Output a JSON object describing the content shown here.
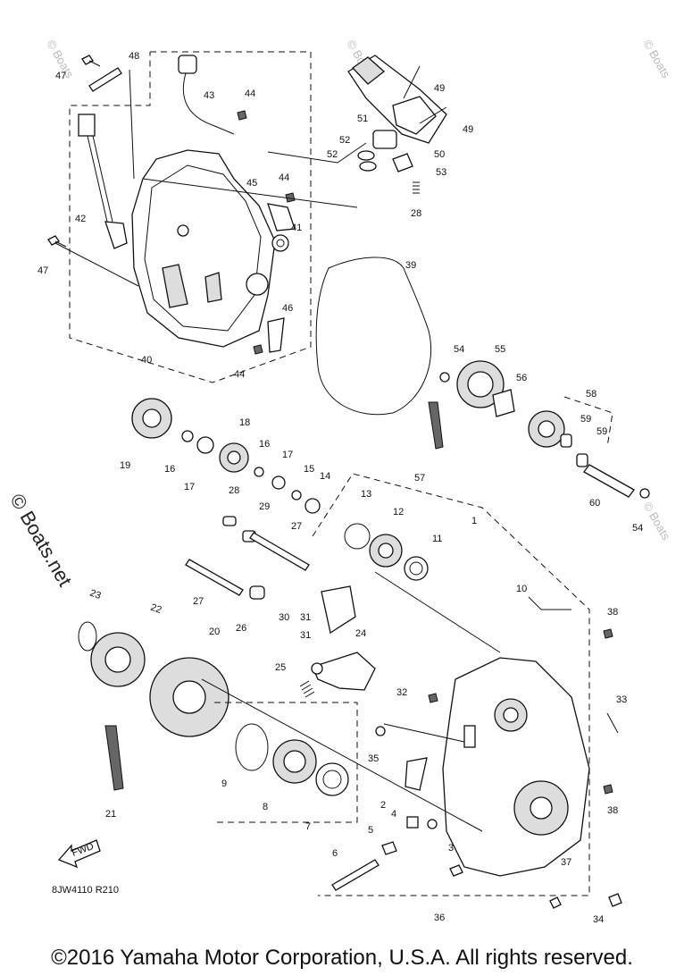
{
  "diagram": {
    "code": "8JW4110 R210",
    "copyright": "©2016 Yamaha Motor Corporation, U.S.A. All rights reserved.",
    "brand_watermark": "© Boats.net",
    "fwd_label": "FWD",
    "callouts": [
      {
        "id": "c47a",
        "text": "47"
      },
      {
        "id": "c48",
        "text": "48"
      },
      {
        "id": "c43",
        "text": "43"
      },
      {
        "id": "c44a",
        "text": "44"
      },
      {
        "id": "c49a",
        "text": "49"
      },
      {
        "id": "c49b",
        "text": "49"
      },
      {
        "id": "c51",
        "text": "51"
      },
      {
        "id": "c52a",
        "text": "52"
      },
      {
        "id": "c52b",
        "text": "52"
      },
      {
        "id": "c50",
        "text": "50"
      },
      {
        "id": "c53",
        "text": "53"
      },
      {
        "id": "c28a",
        "text": "28"
      },
      {
        "id": "c42",
        "text": "42"
      },
      {
        "id": "c45",
        "text": "45"
      },
      {
        "id": "c44b",
        "text": "44"
      },
      {
        "id": "c41",
        "text": "41"
      },
      {
        "id": "c47b",
        "text": "47"
      },
      {
        "id": "c39",
        "text": "39"
      },
      {
        "id": "c46",
        "text": "46"
      },
      {
        "id": "c40",
        "text": "40"
      },
      {
        "id": "c44c",
        "text": "44"
      },
      {
        "id": "c54a",
        "text": "54"
      },
      {
        "id": "c55",
        "text": "55"
      },
      {
        "id": "c56",
        "text": "56"
      },
      {
        "id": "c58",
        "text": "58"
      },
      {
        "id": "c59a",
        "text": "59"
      },
      {
        "id": "c59b",
        "text": "59"
      },
      {
        "id": "c57",
        "text": "57"
      },
      {
        "id": "c60",
        "text": "60"
      },
      {
        "id": "c54b",
        "text": "54"
      },
      {
        "id": "c19",
        "text": "19"
      },
      {
        "id": "c16a",
        "text": "16"
      },
      {
        "id": "c17a",
        "text": "17"
      },
      {
        "id": "c18",
        "text": "18"
      },
      {
        "id": "c16b",
        "text": "16"
      },
      {
        "id": "c17b",
        "text": "17"
      },
      {
        "id": "c15",
        "text": "15"
      },
      {
        "id": "c14",
        "text": "14"
      },
      {
        "id": "c13",
        "text": "13"
      },
      {
        "id": "c1",
        "text": "1"
      },
      {
        "id": "c28b",
        "text": "28"
      },
      {
        "id": "c29",
        "text": "29"
      },
      {
        "id": "c27a",
        "text": "27"
      },
      {
        "id": "c12",
        "text": "12"
      },
      {
        "id": "c11",
        "text": "11"
      },
      {
        "id": "c27b",
        "text": "27"
      },
      {
        "id": "c26",
        "text": "26"
      },
      {
        "id": "c10",
        "text": "10"
      },
      {
        "id": "c23",
        "text": "23"
      },
      {
        "id": "c22",
        "text": "22"
      },
      {
        "id": "c30",
        "text": "30"
      },
      {
        "id": "c31a",
        "text": "31"
      },
      {
        "id": "c31b",
        "text": "31"
      },
      {
        "id": "c38a",
        "text": "38"
      },
      {
        "id": "c20",
        "text": "20"
      },
      {
        "id": "c24",
        "text": "24"
      },
      {
        "id": "c25",
        "text": "25"
      },
      {
        "id": "c32",
        "text": "32"
      },
      {
        "id": "c33",
        "text": "33"
      },
      {
        "id": "c35",
        "text": "35"
      },
      {
        "id": "c9",
        "text": "9"
      },
      {
        "id": "c8",
        "text": "8"
      },
      {
        "id": "c2",
        "text": "2"
      },
      {
        "id": "c38b",
        "text": "38"
      },
      {
        "id": "c4",
        "text": "4"
      },
      {
        "id": "c5",
        "text": "5"
      },
      {
        "id": "c3",
        "text": "3"
      },
      {
        "id": "c7",
        "text": "7"
      },
      {
        "id": "c21",
        "text": "21"
      },
      {
        "id": "c6",
        "text": "6"
      },
      {
        "id": "c37",
        "text": "37"
      },
      {
        "id": "c36",
        "text": "36"
      },
      {
        "id": "c34",
        "text": "34"
      }
    ]
  }
}
